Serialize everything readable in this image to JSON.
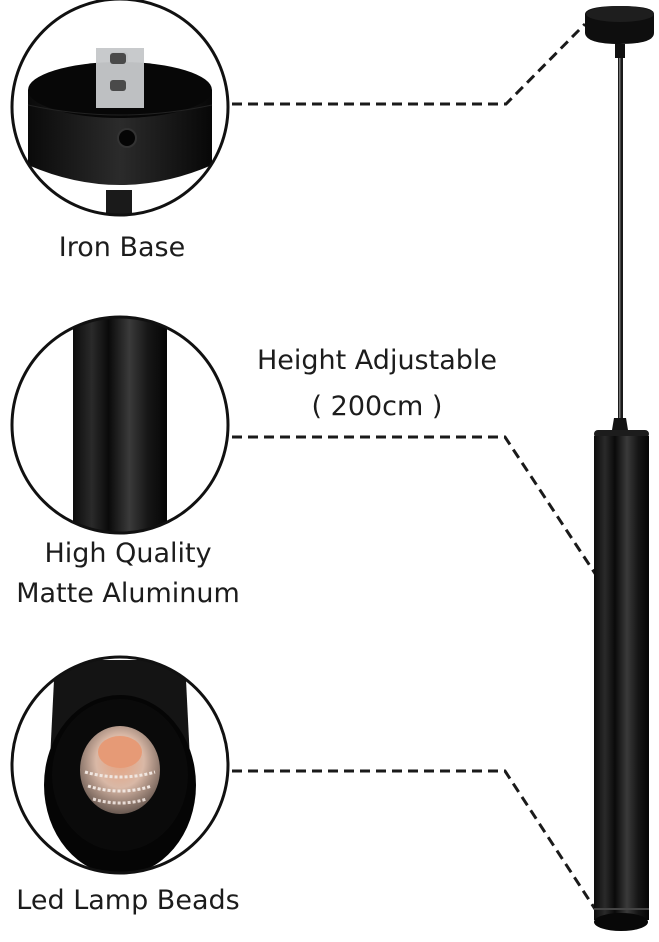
{
  "features": [
    {
      "id": "iron-base",
      "label": "Iron Base"
    },
    {
      "id": "matte-aluminum",
      "label_line1": "High Quality",
      "label_line2": "Matte Aluminum"
    },
    {
      "id": "led-lamp-beads",
      "label": "Led Lamp Beads"
    }
  ],
  "callout": {
    "line1": "Height Adjustable",
    "line2": "( 200cm )"
  },
  "colors": {
    "background": "#ffffff",
    "product": "#141414",
    "text": "#1c1c1c",
    "led": "#e8a080"
  }
}
